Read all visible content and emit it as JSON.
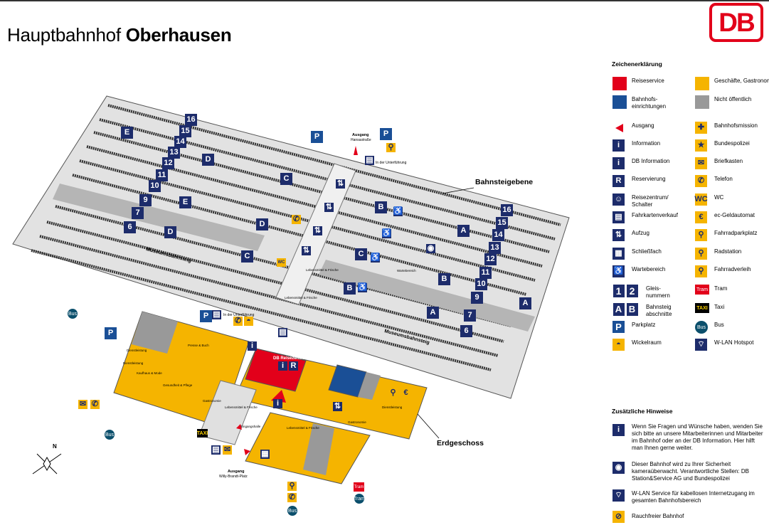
{
  "title": {
    "prefix": "Hauptbahnhof",
    "city": "Oberhausen"
  },
  "logo": "DB",
  "colors": {
    "db_red": "#e2001a",
    "navy": "#1d2c6b",
    "shops": "#f5b400",
    "service_blue": "#1a4f96",
    "not_public": "#999999",
    "platform": "#d8d8d8"
  },
  "map": {
    "levels": {
      "platform": "Bahnsteigebene",
      "ground": "Erdgeschoss"
    },
    "museum_platform": "Museumsbahnsteig",
    "track_numbers_left": [
      "16",
      "15",
      "14",
      "13",
      "12",
      "11",
      "10",
      "9",
      "7",
      "6"
    ],
    "track_numbers_right": [
      "16",
      "15",
      "14",
      "13",
      "12",
      "11",
      "10",
      "9",
      "7",
      "6"
    ],
    "sections": {
      "a": "A",
      "b": "B",
      "c": "C",
      "d": "D",
      "e": "E"
    },
    "exits": {
      "north": {
        "title": "Ausgang",
        "street": "Hansastraße"
      },
      "south": {
        "title": "Ausgang",
        "street": "Willy-Brandt-Platz"
      }
    },
    "underpass": "In der Unterführung",
    "rooms": {
      "travel_center": "DB Reisezentrum",
      "press": "Presse & Buch",
      "services": "Dienstleistung",
      "fashion": "Kaufhaus & Mode",
      "health": "Gesundheit & Pflege",
      "gastronomy": "Gastronomie",
      "food": "Lebensmittel & Frische",
      "entrance": "Eingangshalle",
      "waiting": "Wartebereich"
    },
    "small_labels": {
      "bus": "Bus",
      "tram": "Tram",
      "taxi": "TAXI",
      "parking": "P",
      "wc": "WC"
    }
  },
  "legend": {
    "heading": "Zeichenerklärung",
    "items": [
      {
        "label": "Reiseservice",
        "icon": "red-square"
      },
      {
        "label": "Geschäfte, Gastronomie",
        "icon": "yellow-square"
      },
      {
        "label": "Bahnhofs-\neinrichtungen",
        "icon": "blue-square"
      },
      {
        "label": "Nicht öffentlich",
        "icon": "grey-square"
      },
      {
        "label": "Ausgang",
        "icon": "exit-triangle-icon"
      },
      {
        "label": "Bahnhofsmission",
        "icon": "mission-icon"
      },
      {
        "label": "Information",
        "icon": "info-icon"
      },
      {
        "label": "Bundespolizei",
        "icon": "police-icon"
      },
      {
        "label": "DB Information",
        "icon": "db-info-icon"
      },
      {
        "label": "Briefkasten",
        "icon": "mailbox-icon"
      },
      {
        "label": "Reservierung",
        "icon": "reservation-icon"
      },
      {
        "label": "Telefon",
        "icon": "phone-icon"
      },
      {
        "label": "Reisezentrum/\nSchalter",
        "icon": "travel-center-icon"
      },
      {
        "label": "WC",
        "icon": "wc-icon"
      },
      {
        "label": "Fahrkartenverkauf",
        "icon": "ticket-machine-icon"
      },
      {
        "label": "ec-Geldautomat",
        "icon": "atm-icon"
      },
      {
        "label": "Aufzug",
        "icon": "elevator-icon"
      },
      {
        "label": "Fahrradparkplatz",
        "icon": "bike-parking-icon"
      },
      {
        "label": "Schließfach",
        "icon": "locker-icon"
      },
      {
        "label": "Radstation",
        "icon": "bike-station-icon"
      },
      {
        "label": "Wartebereich",
        "icon": "waiting-area-icon"
      },
      {
        "label": "Fahrradverleih",
        "icon": "bike-rental-icon"
      },
      {
        "label": "Gleis-\nnummern",
        "icon": "track-number-icon"
      },
      {
        "label": "Tram",
        "icon": "tram-icon"
      },
      {
        "label": "Bahnsteig\nabschnitte",
        "icon": "platform-section-icon"
      },
      {
        "label": "Taxi",
        "icon": "taxi-icon"
      },
      {
        "label": "Parkplatz",
        "icon": "parking-icon"
      },
      {
        "label": "Bus",
        "icon": "bus-icon"
      },
      {
        "label": "Wickelraum",
        "icon": "baby-change-icon"
      },
      {
        "label": "W-LAN Hotspot",
        "icon": "wifi-icon"
      }
    ],
    "track_samples": [
      "1",
      "2"
    ],
    "section_samples": [
      "A",
      "B"
    ],
    "notes_heading": "Zusätzliche Hinweise",
    "notes": [
      "Wenn Sie Fragen und Wünsche haben, wenden Sie sich bitte an unsere Mitarbeiterinnen und Mitarbeiter im Bahnhof oder an der DB Information. Hier hilft man Ihnen gerne weiter.",
      "Dieser Bahnhof wird zu Ihrer Sicherheit kameraüberwacht. Verantwortliche Stellen: DB Station&Service AG und Bundespolizei",
      "W-LAN Service für kabellosen Internetzugang im gesamten Bahnhofsbereich",
      "Rauchfreier Bahnhof"
    ]
  }
}
